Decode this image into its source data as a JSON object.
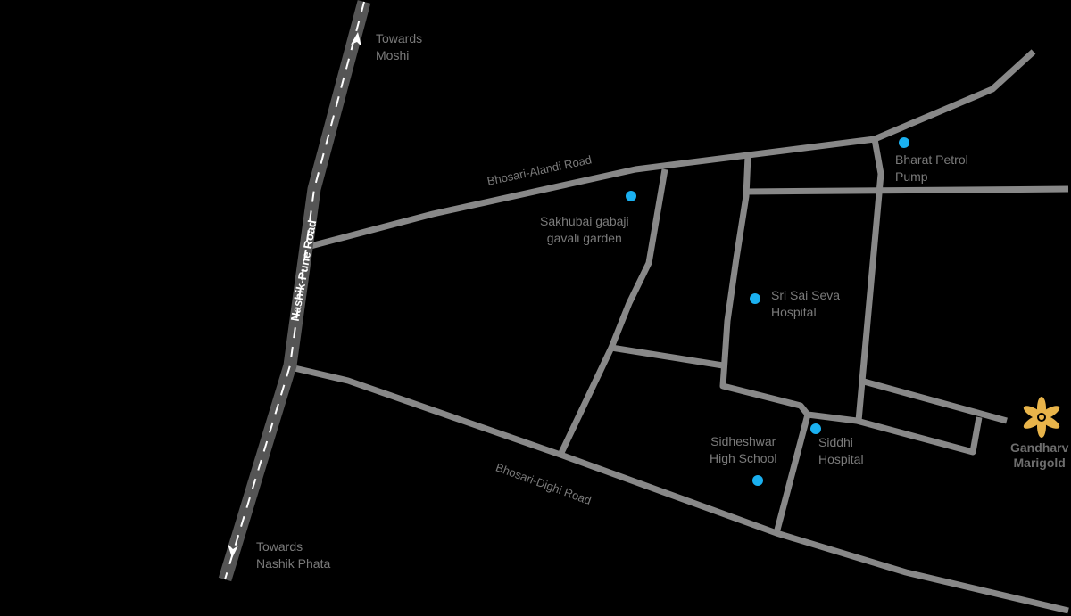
{
  "colors": {
    "road": "#888888",
    "highway": "#555555",
    "poi": "#1ab0f0",
    "logo": "#e8b44a",
    "label": "#7a7a7a"
  },
  "roads": {
    "highway": "Nashik-Pune Road",
    "alandi": "Bhosari-Alandi Road",
    "dighi": "Bhosari-Dighi Road"
  },
  "directions": {
    "north": "Towards\nMoshi",
    "south": "Towards\nNashik Phata"
  },
  "pois": [
    {
      "name": "Sakhubai gabaji\ngavali garden"
    },
    {
      "name": "Bharat Petrol\nPump"
    },
    {
      "name": "Sri Sai Seva\nHospital"
    },
    {
      "name": "Siddhi\nHospital"
    },
    {
      "name": "Sidheshwar\nHigh School"
    }
  ],
  "project": {
    "name": "Gandharv\nMarigold",
    "icon": "flower-logo-icon"
  }
}
